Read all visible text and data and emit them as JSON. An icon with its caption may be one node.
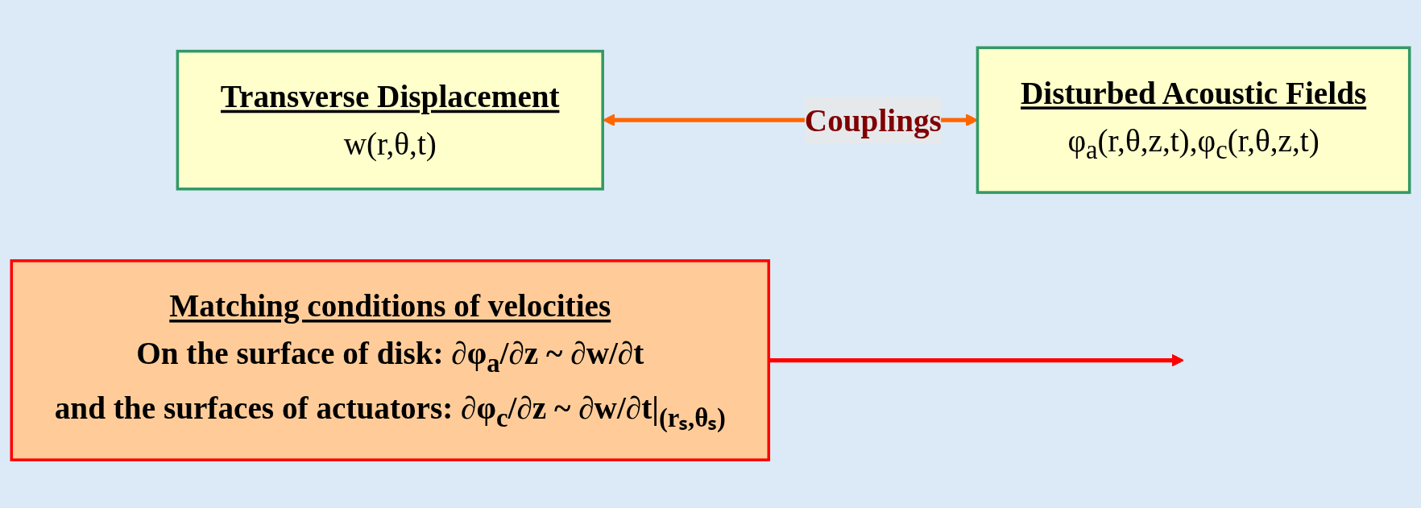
{
  "diagram": {
    "nodes": [
      {
        "text": [
          "Transverse Displacement",
          "w(r,θ,t)"
        ]
      },
      {
        "text": [
          "Disturbed Acoustic Fields",
          "φ$_{a}$(r,θ,z,t),φ$_{c}$(r,θ,z,t)"
        ]
      },
      {
        "text": [
          "Matching conditions of velocities",
          "On the surface of disk: ∂φ$_{a}$/∂z ~ ∂w/∂t",
          "and the surfaces of actuators: ∂φ$_{c}$/∂z ~ ∂w/∂t|$_{(rₛ,θₛ)}$"
        ]
      }
    ],
    "edges": [
      {
        "from": 0,
        "to": 1,
        "arrow": "both",
        "label": "Couplings",
        "color": "#ff6600"
      },
      {
        "from": 2,
        "to": null,
        "arrow": "to",
        "color": "#ff0000"
      }
    ]
  }
}
